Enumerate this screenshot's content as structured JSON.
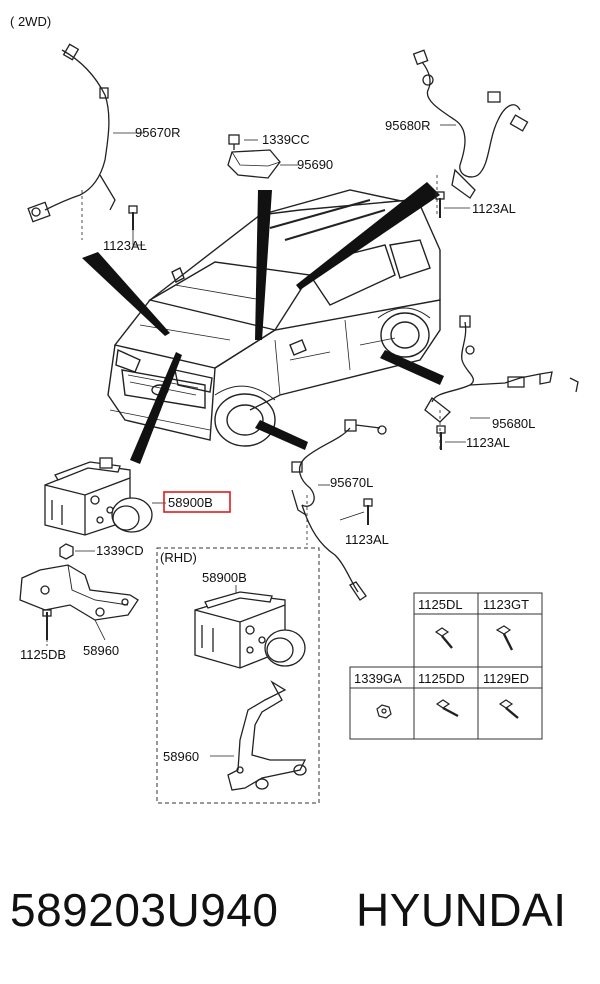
{
  "diagram": {
    "variant_label": "( 2WD)",
    "labels": {
      "sensor_front_left": "95670R",
      "bolt_fl": "1123AL",
      "nut_top": "1339CC",
      "module": "95690",
      "sensor_rear_right": "95680R",
      "bolt_rr": "1123AL",
      "sensor_rear_left": "95680L",
      "bolt_rl": "1123AL",
      "sensor_front_right": "95670L",
      "bolt_fr": "1123AL",
      "abs_unit": "58900B",
      "nut_abs": "1339CD",
      "bracket": "58960",
      "bolt_bracket": "1125DB",
      "rhd_title": "(RHD)",
      "rhd_abs_unit": "58900B",
      "rhd_bracket": "58960"
    },
    "parts_table": {
      "row1": [
        "1125DL",
        "1123GT"
      ],
      "row2": [
        "1339GA",
        "1125DD",
        "1129ED"
      ]
    }
  },
  "footer": {
    "part_number": "589203U940",
    "brand": "HYUNDAI"
  },
  "colors": {
    "highlight": "#e11a1a",
    "ink": "#1a1a1a"
  }
}
